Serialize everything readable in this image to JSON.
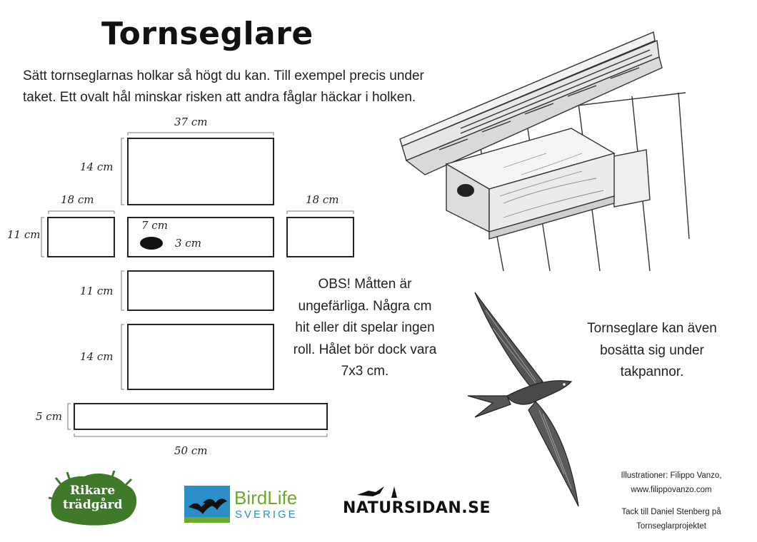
{
  "title": "Tornseglare",
  "intro": "Sätt tornseglarnas holkar så högt du kan. Till exempel precis under taket. Ett ovalt hål minskar risken att andra fåglar häckar i holken.",
  "dimensions": {
    "top_width": "37 cm",
    "top_height": "14 cm",
    "side_left_width": "18 cm",
    "side_height": "11 cm",
    "side_right_width": "18 cm",
    "hole_width": "7 cm",
    "hole_height": "3 cm",
    "mid_height": "11 cm",
    "bottom_height": "14 cm",
    "base_height": "5 cm",
    "base_width": "50 cm"
  },
  "obs_note": "OBS! Måtten är ungefärliga. Några cm hit eller dit spelar ingen roll. Hålet bör dock vara 7x3 cm.",
  "tiles_note": "Tornseglare kan även bosätta sig under takpannor.",
  "credits": {
    "illustrations_line1": "Illustrationer: Filippo Vanzo,",
    "illustrations_line2": "www.filippovanzo.com",
    "thanks_line1": "Tack till Daniel Stenberg på",
    "thanks_line2": "Tornseglarprojektet"
  },
  "logos": {
    "rikare_line1": "Rikare",
    "rikare_line2": "trädgård",
    "birdlife_line1": "BirdLife",
    "birdlife_line2": "SVERIGE",
    "natursidan": "NATURSIDAN.SE"
  },
  "colors": {
    "rikare_green": "#3f7a2a",
    "birdlife_blue": "#2a8fc9",
    "birdlife_green": "#6aaa2e"
  },
  "icons": [
    "nest-box-illustration",
    "swift-bird-illustration",
    "magpie-icon",
    "tree-icon"
  ]
}
